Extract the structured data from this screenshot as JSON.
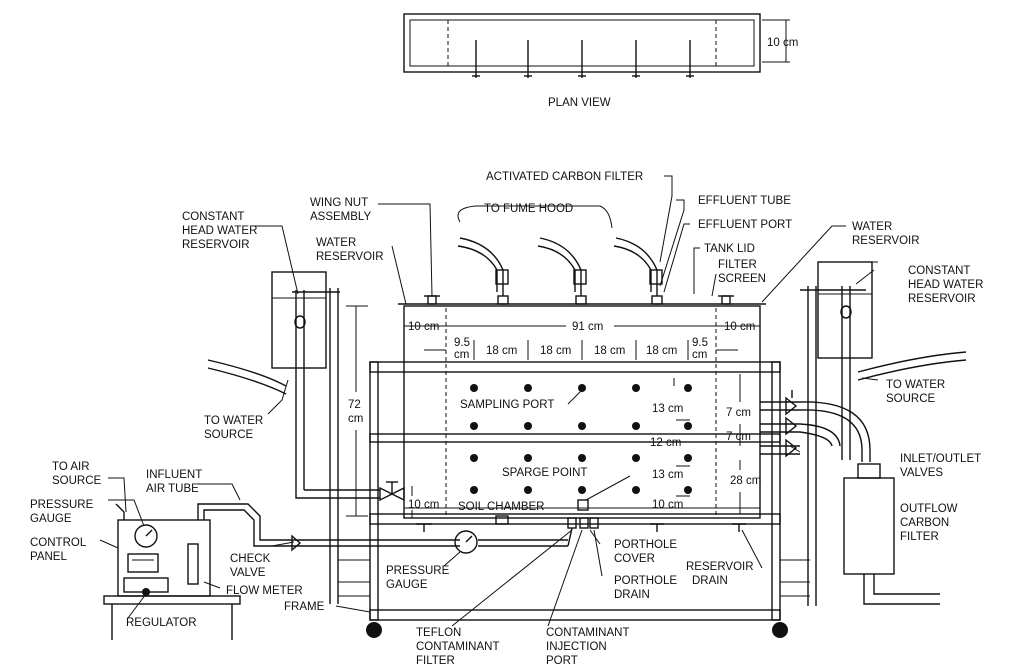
{
  "plan_view": {
    "title": "PLAN VIEW",
    "width_label": "10 cm"
  },
  "labels": {
    "activated_carbon_filter": "ACTIVATED CARBON FILTER",
    "effluent_tube": "EFFLUENT TUBE",
    "effluent_port": "EFFLUENT PORT",
    "tank_lid": "TANK LID",
    "filter_screen": [
      "FILTER",
      "SCREEN"
    ],
    "to_fume_hood": "TO FUME HOOD",
    "wing_nut_assembly": [
      "WING NUT",
      "ASSEMBLY"
    ],
    "water_reservoir_left": [
      "WATER",
      "RESERVOIR"
    ],
    "water_reservoir_right": [
      "WATER",
      "RESERVOIR"
    ],
    "constant_head_left": [
      "CONSTANT",
      "HEAD WATER",
      "RESERVOIR"
    ],
    "constant_head_right": [
      "CONSTANT",
      "HEAD WATER",
      "RESERVOIR"
    ],
    "to_water_source_left": [
      "TO WATER",
      "SOURCE"
    ],
    "to_water_source_right": [
      "TO WATER",
      "SOURCE"
    ],
    "sampling_port": "SAMPLING PORT",
    "sparge_point": "SPARGE POINT",
    "soil_chamber": "SOIL CHAMBER",
    "inlet_outlet_valves": [
      "INLET/OUTLET",
      "VALVES"
    ],
    "outflow_carbon_filter": [
      "OUTFLOW",
      "CARBON",
      "FILTER"
    ],
    "to_air_source": [
      "TO AIR",
      "SOURCE"
    ],
    "influent_air_tube": [
      "INFLUENT",
      "AIR TUBE"
    ],
    "pressure_gauge_left": [
      "PRESSURE",
      "GAUGE"
    ],
    "control_panel": [
      "CONTROL",
      "PANEL"
    ],
    "check_valve": [
      "CHECK",
      "VALVE"
    ],
    "flow_meter": "FLOW METER",
    "regulator": "REGULATOR",
    "frame": "FRAME",
    "pressure_gauge_mid": [
      "PRESSURE",
      "GAUGE"
    ],
    "porthole_cover": [
      "PORTHOLE",
      "COVER"
    ],
    "porthole_drain": [
      "PORTHOLE",
      "DRAIN"
    ],
    "reservoir_drain": [
      "RESERVOIR",
      "DRAIN"
    ],
    "teflon_filter": [
      "TEFLON",
      "CONTAMINANT",
      "FILTER"
    ],
    "contaminant_injection": [
      "CONTAMINANT",
      "INJECTION",
      "PORT"
    ]
  },
  "dimensions": {
    "left_res": "10 cm",
    "total_width": "91 cm",
    "right_res": "10 cm",
    "edge_left": [
      "9.5",
      "cm"
    ],
    "edge_right": [
      "9.5",
      "cm"
    ],
    "spacing": [
      "18 cm",
      "18 cm",
      "18 cm",
      "18 cm"
    ],
    "height": [
      "72",
      "cm"
    ],
    "bottom_left": "10 cm",
    "vertical_7a": "7 cm",
    "vertical_7b": "7 cm",
    "vertical_28": "28 cm",
    "row_13a": "13 cm",
    "row_12": "12 cm",
    "row_13b": "13 cm",
    "row_10": "10 cm"
  }
}
